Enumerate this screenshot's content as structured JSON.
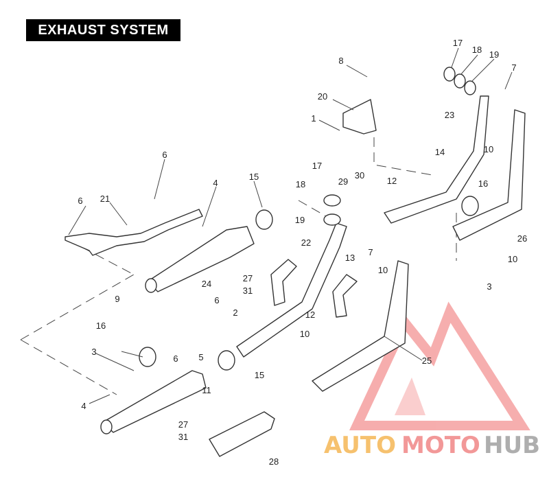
{
  "title": "EXHAUST SYSTEM",
  "callouts": [
    {
      "n": "17"
    },
    {
      "n": "18"
    },
    {
      "n": "19"
    },
    {
      "n": "7"
    },
    {
      "n": "8"
    },
    {
      "n": "20"
    },
    {
      "n": "1"
    },
    {
      "n": "23"
    },
    {
      "n": "10"
    },
    {
      "n": "14"
    },
    {
      "n": "6"
    },
    {
      "n": "4"
    },
    {
      "n": "15"
    },
    {
      "n": "17"
    },
    {
      "n": "30"
    },
    {
      "n": "29"
    },
    {
      "n": "12"
    },
    {
      "n": "16"
    },
    {
      "n": "18"
    },
    {
      "n": "6"
    },
    {
      "n": "21"
    },
    {
      "n": "19"
    },
    {
      "n": "26"
    },
    {
      "n": "22"
    },
    {
      "n": "7"
    },
    {
      "n": "13"
    },
    {
      "n": "10"
    },
    {
      "n": "27"
    },
    {
      "n": "31"
    },
    {
      "n": "3"
    },
    {
      "n": "9"
    },
    {
      "n": "24"
    },
    {
      "n": "6"
    },
    {
      "n": "2"
    },
    {
      "n": "10"
    },
    {
      "n": "12"
    },
    {
      "n": "16"
    },
    {
      "n": "3"
    },
    {
      "n": "6"
    },
    {
      "n": "5"
    },
    {
      "n": "15"
    },
    {
      "n": "10"
    },
    {
      "n": "25"
    },
    {
      "n": "11"
    },
    {
      "n": "4"
    },
    {
      "n": "27"
    },
    {
      "n": "31"
    },
    {
      "n": "28"
    }
  ],
  "watermark": {
    "part1": "AUTO",
    "part2": "MOTO",
    "part3": "HUB",
    "color1": "#f4b24a",
    "color2": "#ef7f7f",
    "color3": "#9a9a9a"
  }
}
